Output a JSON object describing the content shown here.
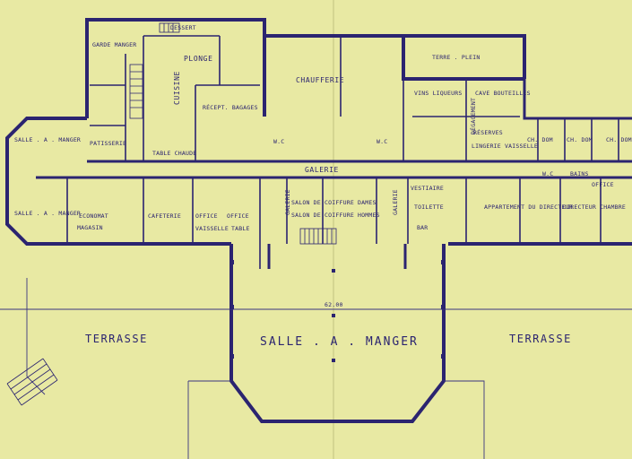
{
  "labels": {
    "salle_a_manger": "SALLE . A . MANGER",
    "terrasse_left": "TERRASSE",
    "terrasse_right": "TERRASSE",
    "dimension": "62.00",
    "galerie": "GALERIE",
    "chaufferie": "CHAUFFERIE",
    "cuisine": "CUISINE",
    "plonge": "PLONGE",
    "terre_plein": "TERRE . PLEIN",
    "vins_liqueurs": "VINS LIQUEURS",
    "cave_bouteilles": "CAVE BOUTEILLES",
    "reserves": "RÉSERVES",
    "linge_vaisselle": "LINGERIE VAISSELLE",
    "economat": "ECONOMAT",
    "cafeterie": "CAFETERIE",
    "office": "OFFICE",
    "offices": "OFFICE",
    "vaisselle": "VAISSELLE",
    "table": "TABLE",
    "patisserie": "PATISSERIE",
    "salle_a_manger_enfants": "SALLE . A . MANGER",
    "salle_a_manger_courriers": "SALLE . A . MANGER",
    "toilette": "TOILETTE",
    "bar": "BAR",
    "vestiaire": "VESTIAIRE",
    "appartement_du_directeur": "APPARTEMENT DU DIRECTEUR",
    "directeur_chambre": "DIRECTEUR CHAMBRE",
    "salon_de_coiffure_dames": "SALON DE COIFFURE DAMES",
    "salon_de_coiffure_hommes": "SALON DE COIFFURE HOMMES",
    "galerie_left": "GALERIE",
    "galerie_right": "GALERIE",
    "dessert": "DESSERT",
    "garde_manger": "GARDE MANGER",
    "ch_dom_1": "CH. DOM",
    "ch_dom_2": "CH. DOM",
    "ch_dom_3": "CH. DOM",
    "office_right": "OFFICE",
    "wc_1": "W.C",
    "wc_2": "W.C",
    "wc_3": "W.C",
    "bains": "BAINS",
    "reception_bagages": "RÉCEPT. BAGAGES",
    "table_chaude": "TABLE CHAUDE",
    "degagement": "DÉGAGEMENT",
    "magasin": "MAGASIN"
  }
}
